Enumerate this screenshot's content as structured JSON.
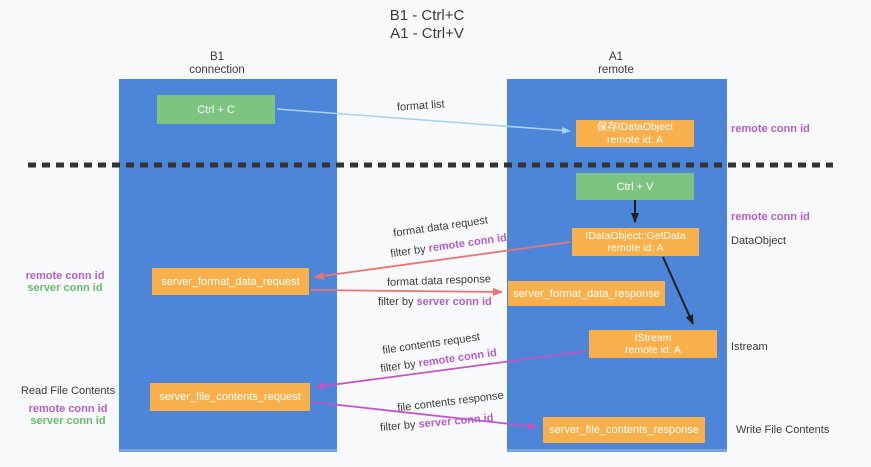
{
  "title": {
    "line1": "B1 - Ctrl+C",
    "line2": "A1 - Ctrl+V"
  },
  "lanes": {
    "left": {
      "name": "B1",
      "type": "connection"
    },
    "right": {
      "name": "A1",
      "type": "remote"
    }
  },
  "boxes": {
    "ctrl_c": "Ctrl + C",
    "ctrl_v": "Ctrl + V",
    "save_dataobject": {
      "line1": "保存IDataObject",
      "line2": "remote id: A"
    },
    "getdata": {
      "line1": "IDataObject::GetData",
      "line2": "remote id: A"
    },
    "istream": {
      "line1": "IStream",
      "line2": "remote id: A"
    },
    "server_format_data_request": "server_format_data_request",
    "server_format_data_response": "server_format_data_response",
    "server_file_contents_request": "server_file_contents_request",
    "server_file_contents_response": "server_file_contents_response"
  },
  "labels": {
    "format_list": "format list",
    "format_data_request": "format data request",
    "format_data_response": "format data response",
    "file_contents_request": "file contents request",
    "file_contents_response": "file contents response",
    "filter_by": "filter by",
    "remote_conn_id": "remote conn id",
    "server_conn_id": "server conn id",
    "dataobject": "DataObject",
    "istream": "Istream",
    "read_file_contents": "Read File Contents",
    "write_file_contents": "Write File Contents"
  },
  "colors": {
    "lane_blue": "#4d86d8",
    "box_orange": "#f8b04c",
    "box_green": "#7cc47f",
    "arrow_red": "#ee7272",
    "arrow_magenta": "#c454c4",
    "arrow_blue": "#a5d3f0",
    "text_purple": "#b060c8",
    "text_green": "#67bd6b",
    "text_dark": "#3b3b3b"
  }
}
